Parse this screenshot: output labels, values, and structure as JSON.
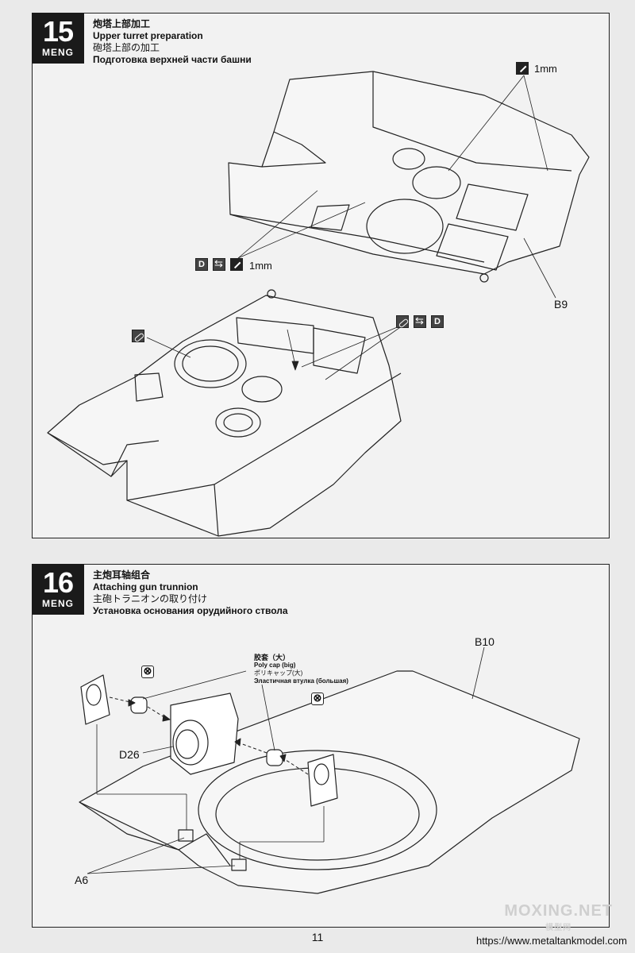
{
  "steps": [
    {
      "number": "15",
      "brand": "MENG",
      "title_zh": "炮塔上部加工",
      "title_en": "Upper turret preparation",
      "title_jp": "砲塔上部の加工",
      "title_ru": "Подготовка верхней части башни",
      "labels": {
        "drill_top": "1mm",
        "drill_bottom": "1mm",
        "part": "B9",
        "letter_left": "D",
        "letter_right": "D"
      }
    },
    {
      "number": "16",
      "brand": "MENG",
      "title_zh": "主炮耳轴组合",
      "title_en": "Attaching gun trunnion",
      "title_jp": "主砲トラニオンの取り付け",
      "title_ru": "Установка основания орудийного ствола",
      "labels": {
        "b10": "B10",
        "d26": "D26",
        "a6": "A6"
      },
      "polycap": {
        "zh": "胶套（大）",
        "en": "Poly cap (big)",
        "jp": "ポリキャップ(大)",
        "ru": "Эластичная втулка (большая)"
      }
    }
  ],
  "page_number": "11",
  "url": "https://www.metaltankmodel.com",
  "watermark": {
    "main": "MOXING.NET",
    "sub": "模型网"
  },
  "colors": {
    "background": "#eaeaea",
    "badge": "#1a1a1a",
    "line": "#222222"
  },
  "icons": [
    "drill-icon",
    "sand-icon",
    "glue-icon",
    "no-cement-icon",
    "arrow-icon"
  ]
}
